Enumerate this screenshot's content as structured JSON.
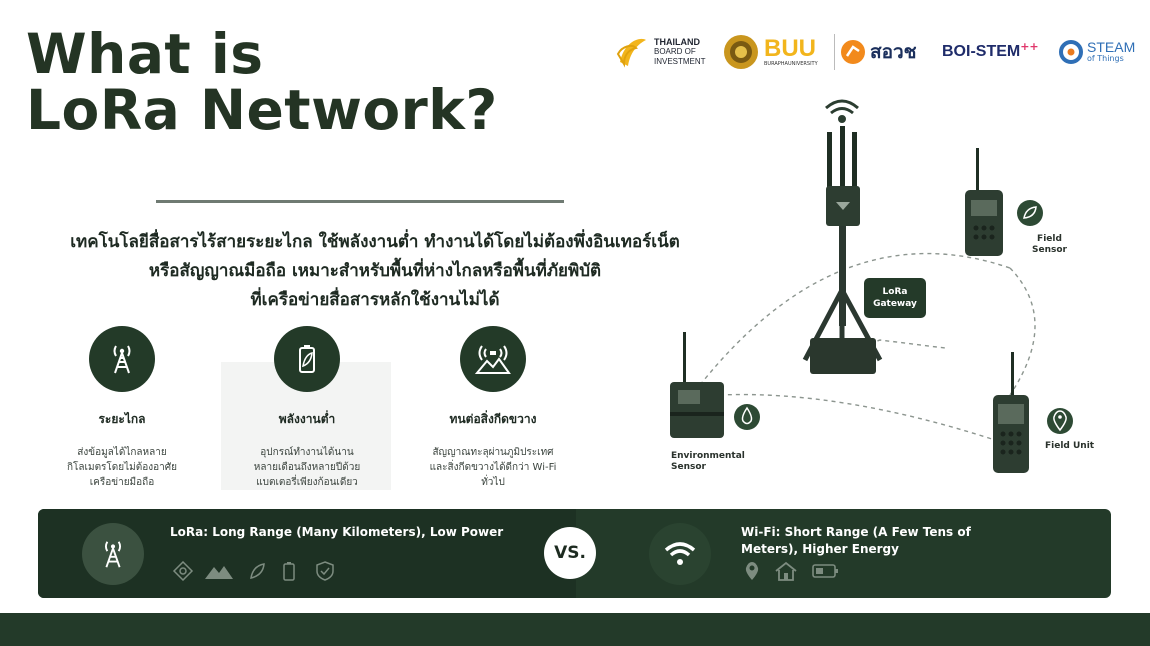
{
  "title": {
    "line1": "What is",
    "line2": "LoRa Network?"
  },
  "logos": {
    "boi": {
      "line1": "THAILAND",
      "line2": "BOARD OF",
      "line3": "INVESTMENT"
    },
    "buu": {
      "main": "BUU",
      "sub": "BURAPHAUNIVERSITY"
    },
    "sorwor": {
      "main": "สอวช"
    },
    "boistem": {
      "main": "BOI-STEM",
      "plus": "++"
    },
    "steam": {
      "main": "STEAM",
      "sub": "of Things"
    }
  },
  "intro": {
    "line1": "เทคโนโลยีสื่อสารไร้สายระยะไกล ใช้พลังงานต่ำ ทำงานได้โดยไม่ต้องพึ่งอินเทอร์เน็ต",
    "line2": "หรือสัญญาณมือถือ เหมาะสำหรับพื้นที่ห่างไกลหรือพื้นที่ภัยพิบัติ",
    "line3": "ที่เครือข่ายสื่อสารหลักใช้งานไม่ได้"
  },
  "features": [
    {
      "icon": "radio-tower-icon",
      "title": "ระยะไกล",
      "desc1": "ส่งข้อมูลได้ไกลหลาย",
      "desc2": "กิโลเมตรโดยไม่ต้องอาศัย",
      "desc3": "เครือข่ายมือถือ"
    },
    {
      "icon": "battery-leaf-icon",
      "title": "พลังงานต่ำ",
      "desc1": "อุปกรณ์ทำงานได้นาน",
      "desc2": "หลายเดือนถึงหลายปีด้วย",
      "desc3": "แบตเตอรี่เพียงก้อนเดียว"
    },
    {
      "icon": "signal-mountain-icon",
      "title": "ทนต่อสิ่งกีดขวาง",
      "desc1": "สัญญาณทะลุผ่านภูมิประเทศ",
      "desc2": "และสิ่งกีดขวางได้ดีกว่า Wi-Fi",
      "desc3": "ทั่วไป"
    }
  ],
  "diagram": {
    "gateway": {
      "line1": "LoRa",
      "line2": "Gateway"
    },
    "field_sensor": {
      "line1": "Field",
      "line2": "Sensor"
    },
    "env_sensor": {
      "line1": "Environmental",
      "line2": "Sensor"
    },
    "field_unit": "Field Unit"
  },
  "compare": {
    "lora_text": "LoRa: Long Range (Many Kilometers), Low Power",
    "vs": "VS.",
    "wifi_line1": "Wi-Fi: Short Range (A Few Tens of",
    "wifi_line2": "Meters), Higher Energy"
  },
  "colors": {
    "dark_green": "#233a29",
    "text": "#1e2a22",
    "orange": "#f28a1c",
    "gold": "#f2b51c"
  }
}
